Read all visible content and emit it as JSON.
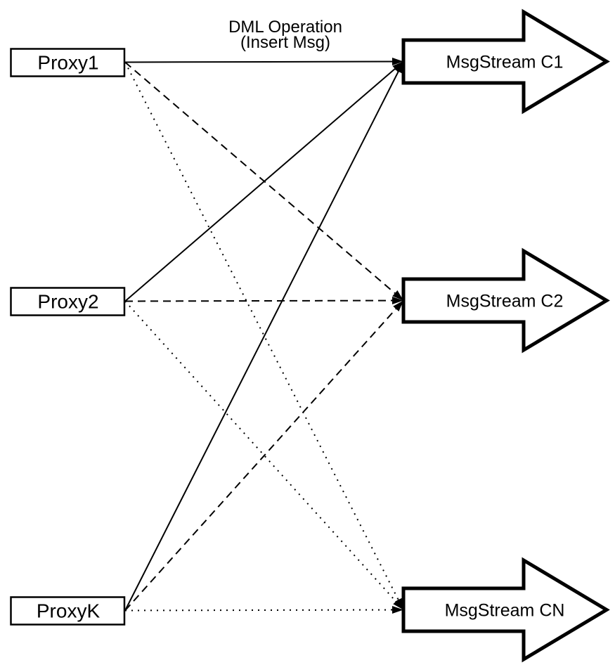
{
  "diagram": {
    "background_color": "#ffffff",
    "stroke_color": "#000000",
    "header": {
      "line1": "DML Operation",
      "line2": "(Insert Msg)"
    },
    "proxies": [
      {
        "label": "Proxy1"
      },
      {
        "label": "Proxy2"
      },
      {
        "label": "ProxyK"
      }
    ],
    "streams": [
      {
        "label": "MsgStream C1"
      },
      {
        "label": "MsgStream C2"
      },
      {
        "label": "MsgStream CN"
      }
    ],
    "edges": [
      {
        "from": "Proxy1",
        "to": "MsgStream C1",
        "style": "solid"
      },
      {
        "from": "Proxy1",
        "to": "MsgStream C2",
        "style": "dashed"
      },
      {
        "from": "Proxy1",
        "to": "MsgStream CN",
        "style": "dotted"
      },
      {
        "from": "Proxy2",
        "to": "MsgStream C1",
        "style": "solid"
      },
      {
        "from": "Proxy2",
        "to": "MsgStream C2",
        "style": "dashed"
      },
      {
        "from": "Proxy2",
        "to": "MsgStream CN",
        "style": "dotted"
      },
      {
        "from": "ProxyK",
        "to": "MsgStream C1",
        "style": "solid"
      },
      {
        "from": "ProxyK",
        "to": "MsgStream C2",
        "style": "dashed"
      },
      {
        "from": "ProxyK",
        "to": "MsgStream CN",
        "style": "dotted"
      }
    ]
  }
}
